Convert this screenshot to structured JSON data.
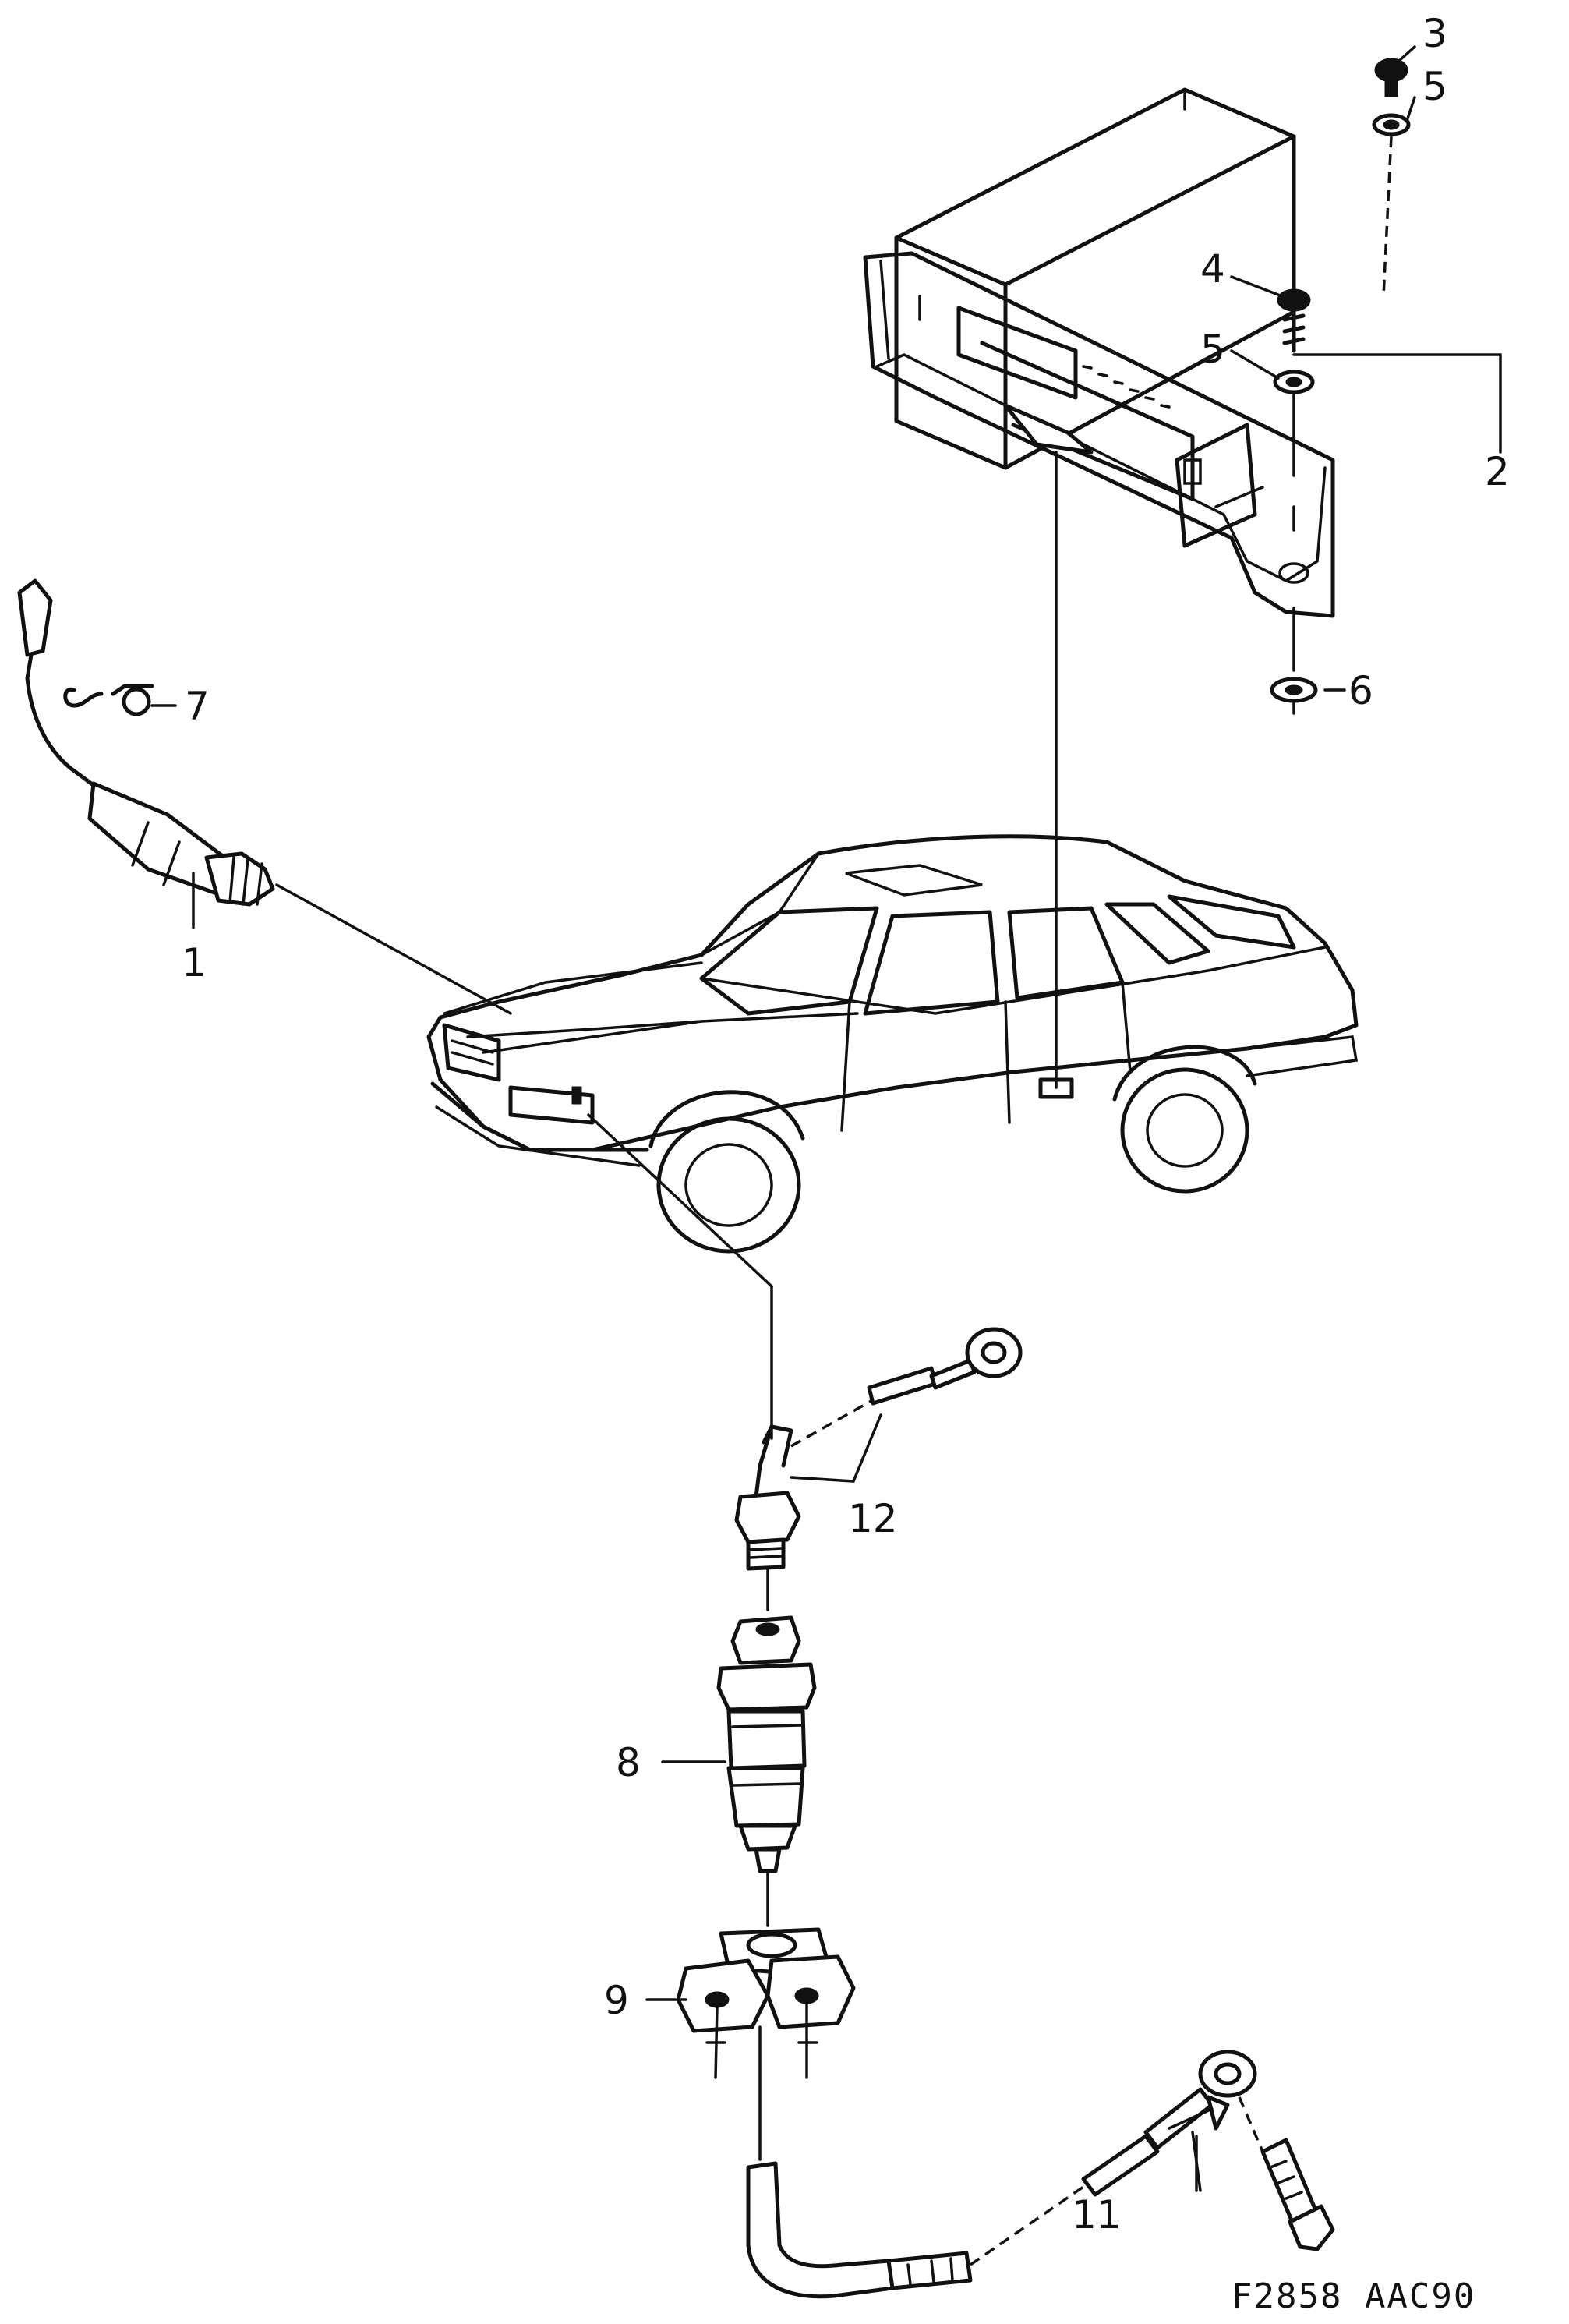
{
  "drawing_code": "F2858 AAC90",
  "callouts": [
    "1",
    "2",
    "3",
    "4",
    "5",
    "5",
    "6",
    "7",
    "8",
    "9",
    "11",
    "12"
  ],
  "colors": {
    "ink": "#111111",
    "paper": "#ffffff"
  }
}
